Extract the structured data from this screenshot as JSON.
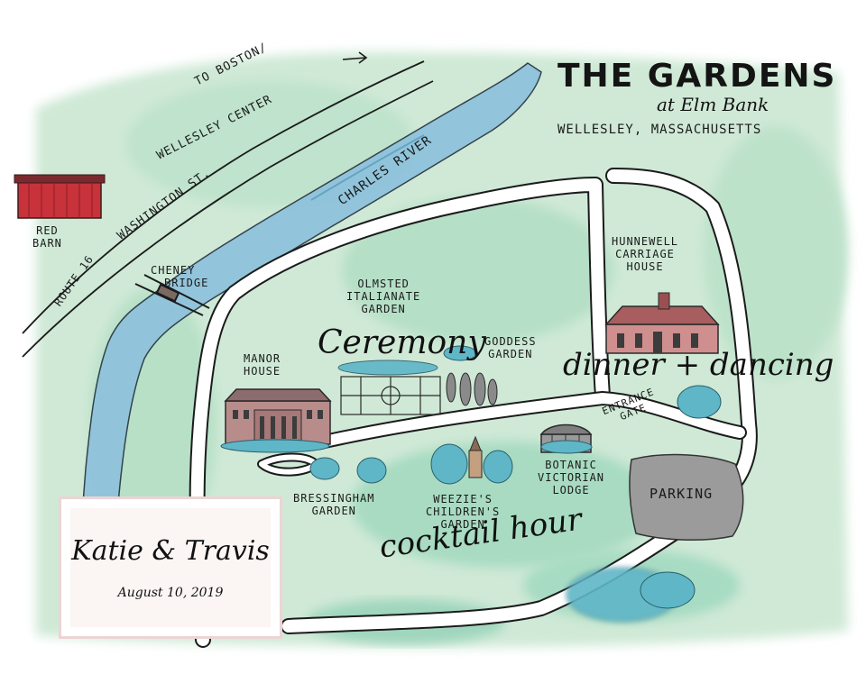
{
  "title": {
    "line1": "THE GARDENS",
    "line2": "at Elm Bank",
    "location": "WELLESLEY, MASSACHUSETTS"
  },
  "roads": {
    "to_boston": "TO BOSTON/",
    "wellesley_center": "WELLESLEY CENTER",
    "washington_st": "WASHINGTON ST.",
    "route16": "ROUTE 16"
  },
  "river": "CHARLES RIVER",
  "places": {
    "red_barn": [
      "RED",
      "BARN"
    ],
    "cheney_bridge": [
      "CHENEY",
      "BRIDGE"
    ],
    "olmsted": [
      "OLMSTED",
      "ITALIANATE",
      "GARDEN"
    ],
    "goddess": [
      "GODDESS",
      "GARDEN"
    ],
    "manor": [
      "MANOR",
      "HOUSE"
    ],
    "hunnewell": [
      "HUNNEWELL",
      "CARRIAGE",
      "HOUSE"
    ],
    "entrance": [
      "ENTRANCE",
      "GATE"
    ],
    "botanic": [
      "BOTANIC",
      "VICTORIAN",
      "LODGE"
    ],
    "parking": "PARKING",
    "bressingham": [
      "BRESSINGHAM",
      "GARDEN"
    ],
    "weezies": [
      "WEEZIE'S",
      "CHILDREN'S",
      "GARDEN"
    ]
  },
  "events": {
    "ceremony": "Ceremony",
    "dinner": "dinner + dancing",
    "cocktail": "cocktail hour"
  },
  "card": {
    "names": "Katie & Travis",
    "date": "August 10, 2019"
  },
  "colors": {
    "grass": "#cfe9d6",
    "grass_dark": "#9fd6bd",
    "river": "#8fc3dc",
    "tree": "#5fb6c7",
    "barn": "#c8323a",
    "building": "#b98c8c",
    "parking": "#9b9b9b"
  }
}
